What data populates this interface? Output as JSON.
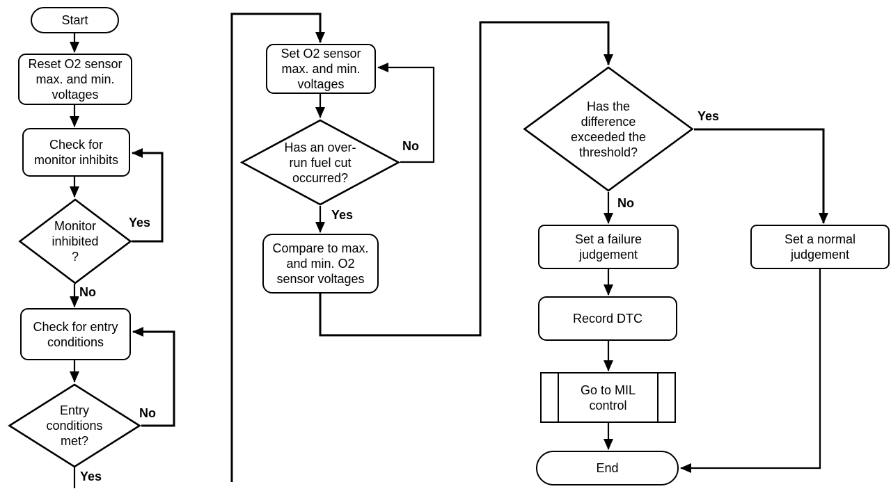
{
  "diagram": {
    "type": "flowchart",
    "background_color": "#ffffff",
    "line_color": "#000000",
    "text_color": "#000000"
  },
  "nodes": {
    "start": {
      "shape": "terminator",
      "label": "Start"
    },
    "reset_o2": {
      "shape": "process",
      "label": "Reset O2 sensor\nmax. and min.\nvoltages"
    },
    "check_monitor": {
      "shape": "process",
      "label": "Check for\nmonitor inhibits"
    },
    "monitor_inhibited": {
      "shape": "decision",
      "label": "Monitor\ninhibited\n?"
    },
    "check_entry": {
      "shape": "process",
      "label": "Check for entry\nconditions"
    },
    "entry_met": {
      "shape": "decision",
      "label": "Entry\nconditions\nmet?"
    },
    "set_o2": {
      "shape": "process",
      "label": "Set O2 sensor\nmax. and min.\nvoltages"
    },
    "overrun_fuel_cut": {
      "shape": "decision",
      "label": "Has an over-\nrun fuel cut\noccurred?"
    },
    "compare_voltages": {
      "shape": "process",
      "label": "Compare to max.\nand min. O2\nsensor voltages"
    },
    "threshold_exceeded": {
      "shape": "decision",
      "label": "Has the\ndifference\nexceeded the\nthreshold?"
    },
    "set_failure": {
      "shape": "process",
      "label": "Set a failure\njudgement"
    },
    "record_dtc": {
      "shape": "process",
      "label": "Record DTC"
    },
    "mil_control": {
      "shape": "predefined-process",
      "label": "Go to MIL\ncontrol"
    },
    "end": {
      "shape": "terminator",
      "label": "End"
    },
    "set_normal": {
      "shape": "process",
      "label": "Set a normal\njudgement"
    }
  },
  "edge_labels": {
    "monitor_yes": "Yes",
    "monitor_no": "No",
    "entry_no": "No",
    "entry_yes": "Yes",
    "overrun_no": "No",
    "overrun_yes": "Yes",
    "threshold_yes": "Yes",
    "threshold_no": "No"
  }
}
